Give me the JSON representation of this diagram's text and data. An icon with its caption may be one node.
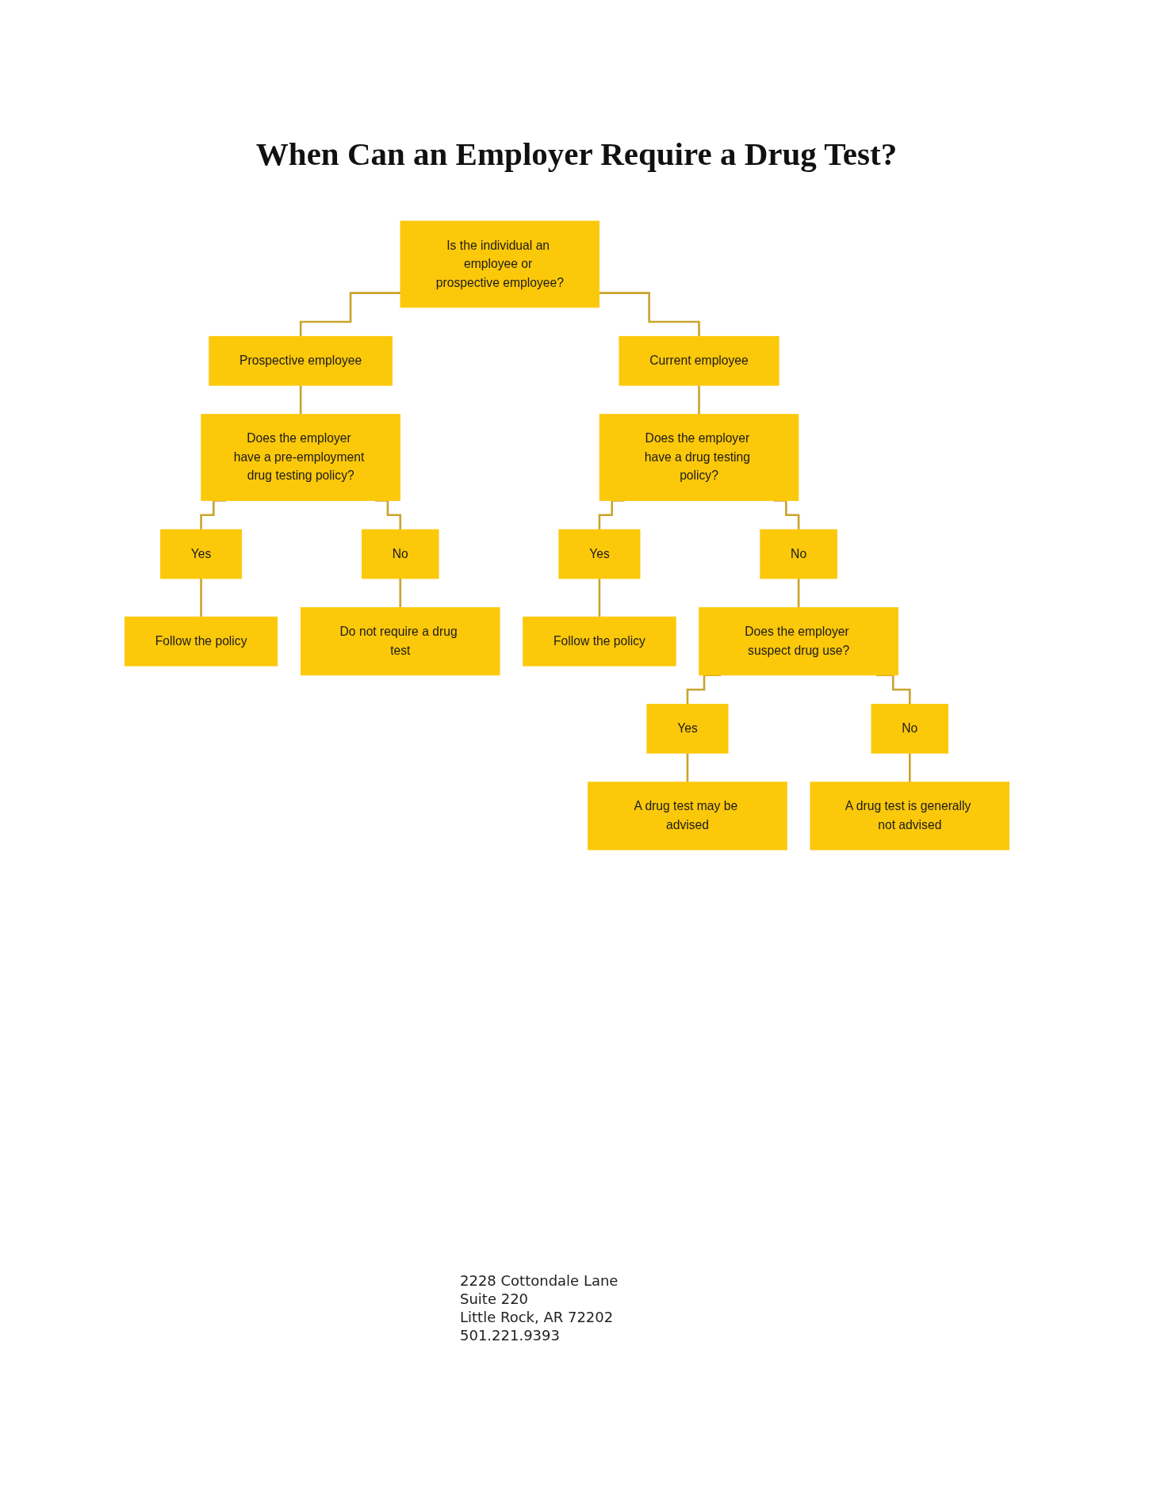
{
  "diagram": {
    "title": "When Can an Employer Require a Drug Test?",
    "nodes": [
      {
        "text": [
          "Is the individual an employee or prospective employee?"
        ]
      },
      {
        "text": [
          "Prospective employee"
        ]
      },
      {
        "text": [
          "Current employee"
        ]
      },
      {
        "text": [
          "Does the employer have a pre-employment drug testing policy?"
        ]
      },
      {
        "text": [
          "Does the employer have a drug testing policy?"
        ]
      },
      {
        "text": [
          "Yes"
        ]
      },
      {
        "text": [
          "No"
        ]
      },
      {
        "text": [
          "Yes"
        ]
      },
      {
        "text": [
          "No"
        ]
      },
      {
        "text": [
          "Follow the policy"
        ]
      },
      {
        "text": [
          "Do not require a drug test"
        ]
      },
      {
        "text": [
          "Follow the policy"
        ]
      },
      {
        "text": [
          "Does the employer suspect drug use?"
        ]
      },
      {
        "text": [
          "Yes"
        ]
      },
      {
        "text": [
          "No"
        ]
      },
      {
        "text": [
          "A drug test may be advised"
        ]
      },
      {
        "text": [
          "A drug test is generally not advised"
        ]
      }
    ],
    "edges": [
      {
        "from": 0,
        "to": 1,
        "arrow": "none"
      },
      {
        "from": 0,
        "to": 2,
        "arrow": "none"
      },
      {
        "from": 1,
        "to": 3,
        "arrow": "none"
      },
      {
        "from": 2,
        "to": 4,
        "arrow": "none"
      },
      {
        "from": 3,
        "to": 5,
        "arrow": "none"
      },
      {
        "from": 3,
        "to": 6,
        "arrow": "none"
      },
      {
        "from": 4,
        "to": 7,
        "arrow": "none"
      },
      {
        "from": 4,
        "to": 8,
        "arrow": "none"
      },
      {
        "from": 5,
        "to": 9,
        "arrow": "none"
      },
      {
        "from": 6,
        "to": 10,
        "arrow": "none"
      },
      {
        "from": 7,
        "to": 11,
        "arrow": "none"
      },
      {
        "from": 8,
        "to": 12,
        "arrow": "none"
      },
      {
        "from": 12,
        "to": 13,
        "arrow": "none"
      },
      {
        "from": 12,
        "to": 14,
        "arrow": "none"
      },
      {
        "from": 13,
        "to": 15,
        "arrow": "none"
      },
      {
        "from": 14,
        "to": 16,
        "arrow": "none"
      }
    ],
    "labels": [
      "2228 Cottondale Lane",
      "Suite 220",
      "Little Rock, AR 72202",
      "501.221.9393"
    ]
  }
}
